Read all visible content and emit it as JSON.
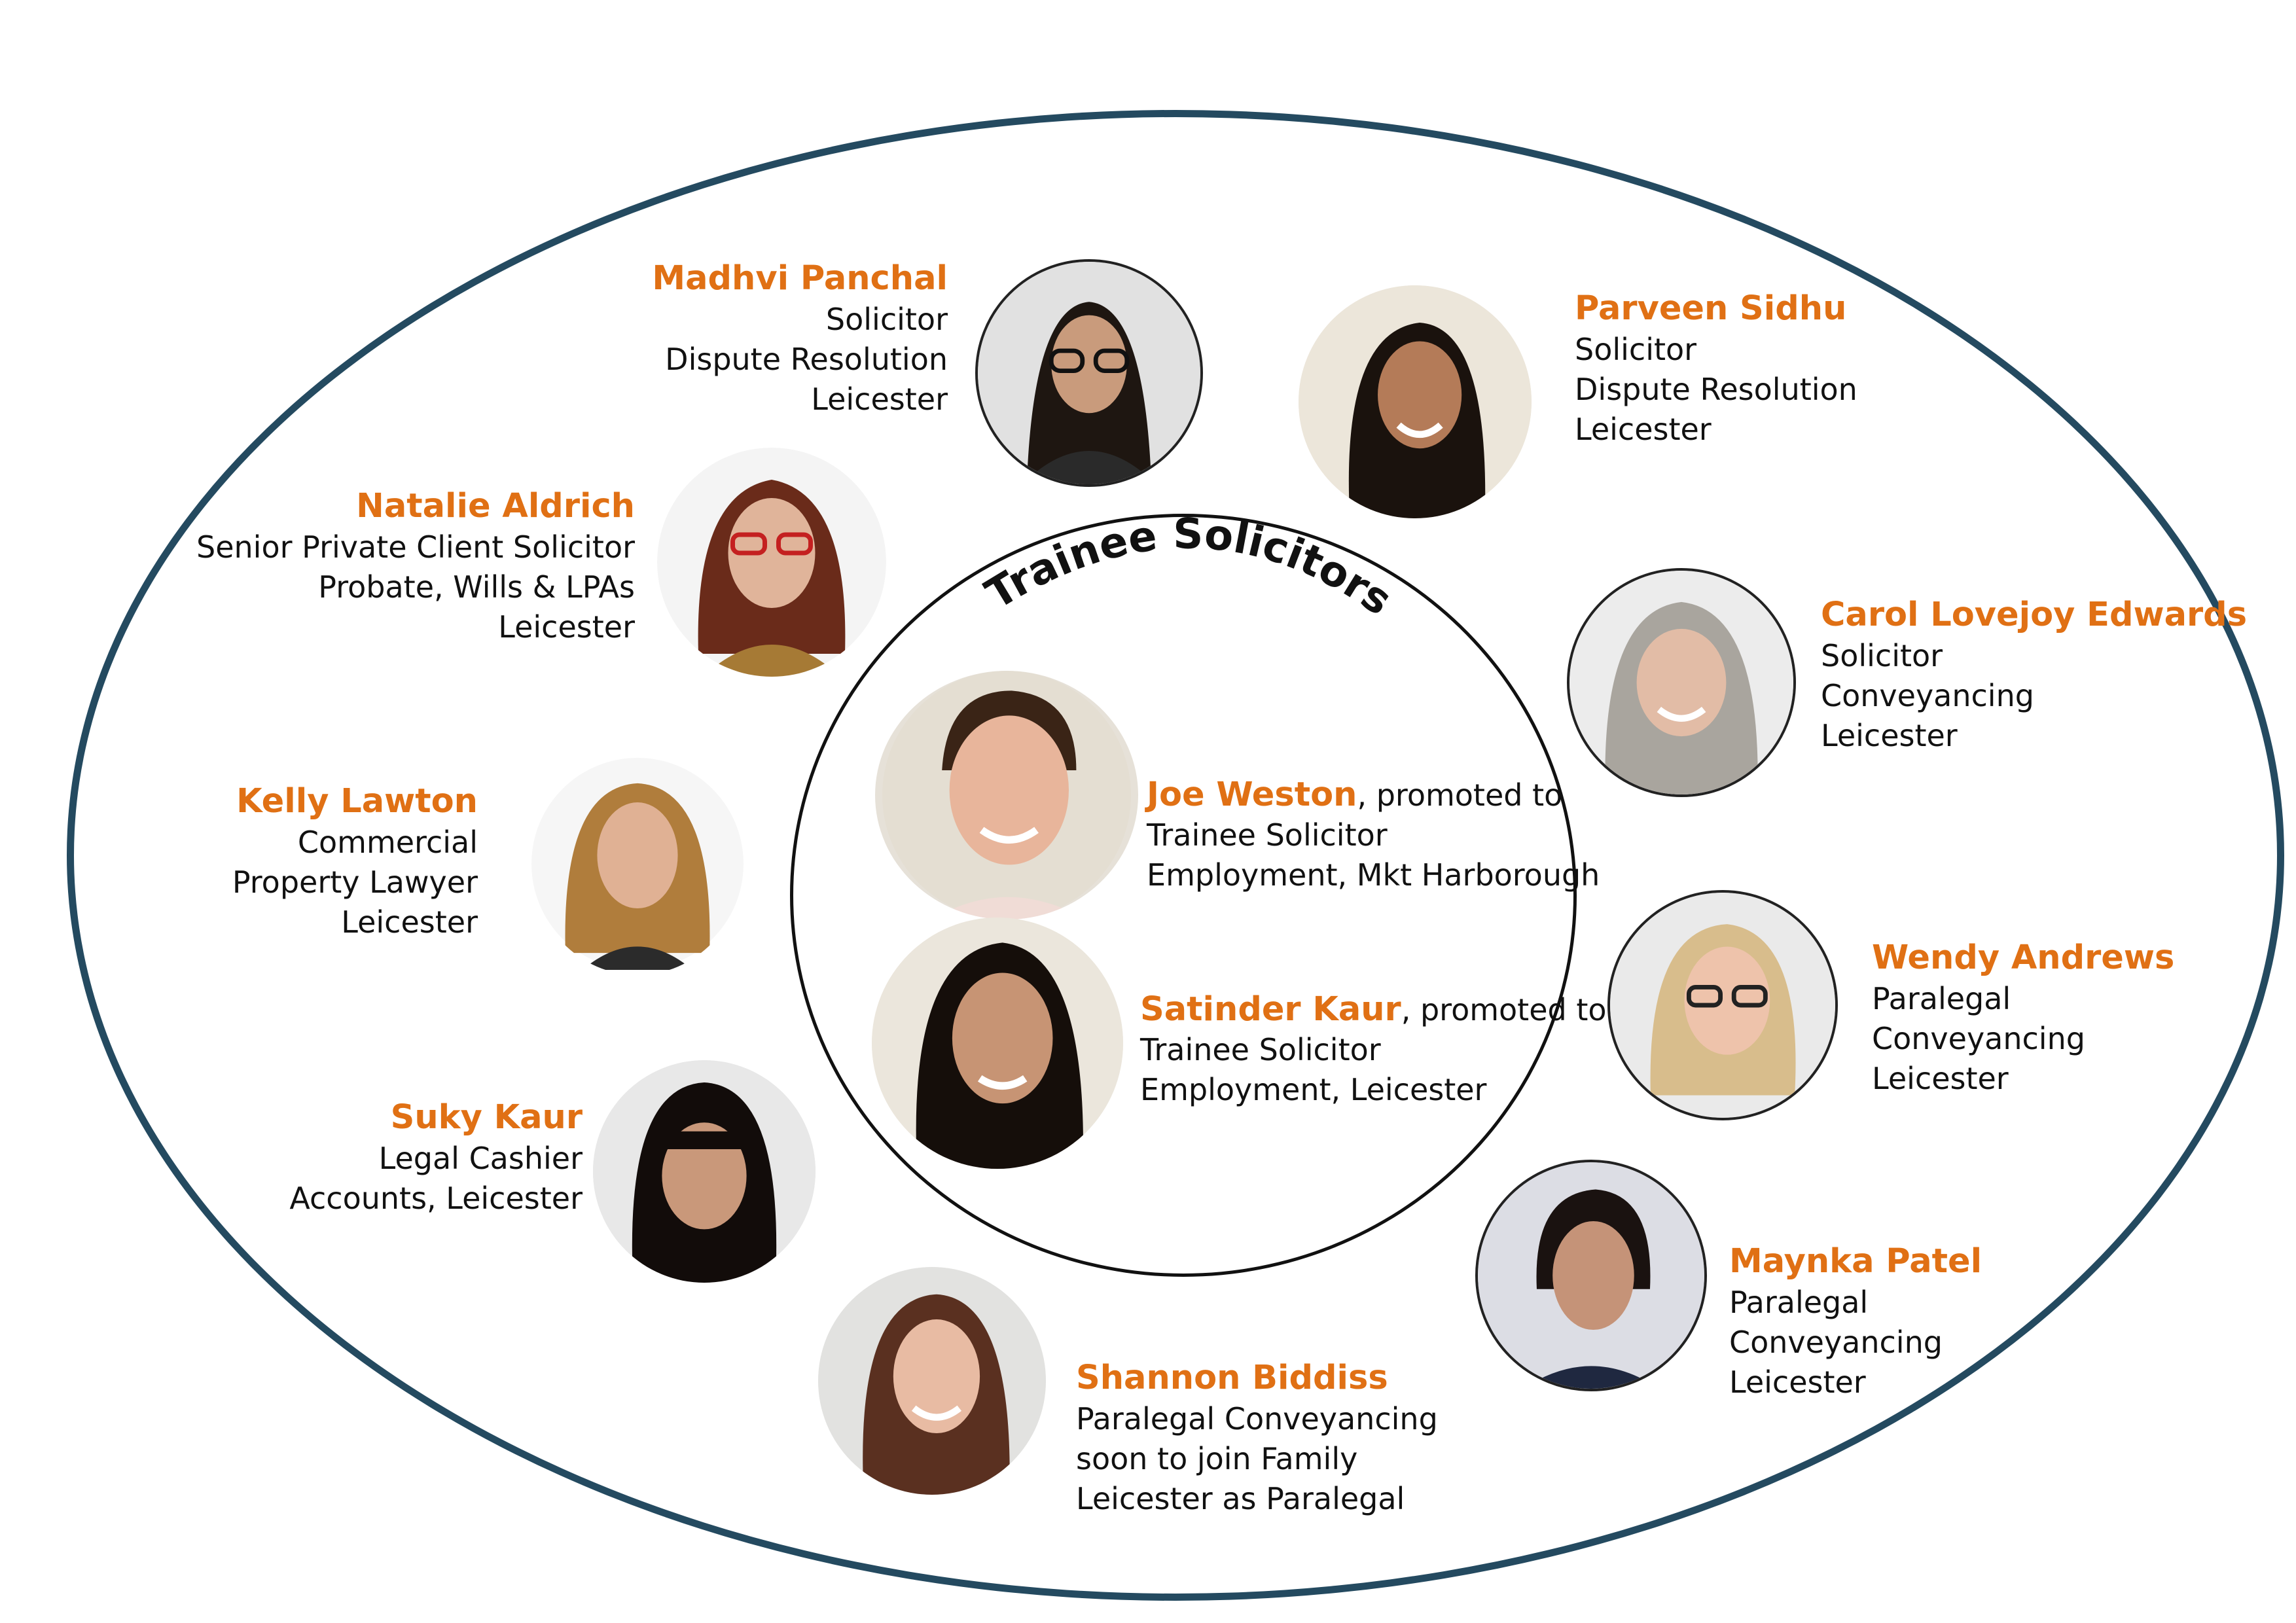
{
  "center_title": "Trainee Solicitors",
  "colors": {
    "accent": "#e07014",
    "ellipse": "#244a60",
    "text": "#111111"
  },
  "trainees": [
    {
      "name": "Joe Weston",
      "suffix": ", promoted to",
      "lines": [
        "Trainee Solicitor",
        "Employment, Mkt Harborough"
      ]
    },
    {
      "name": "Satinder Kaur",
      "suffix": ", promoted to",
      "lines": [
        "Trainee Solicitor",
        "Employment, Leicester"
      ]
    }
  ],
  "people": [
    {
      "name": "Madhvi Panchal",
      "lines": [
        "Solicitor",
        "Dispute Resolution",
        "Leicester"
      ]
    },
    {
      "name": "Parveen Sidhu",
      "lines": [
        "Solicitor",
        "Dispute Resolution",
        "Leicester"
      ]
    },
    {
      "name": "Natalie Aldrich",
      "lines": [
        "Senior Private Client Solicitor",
        "Probate, Wills & LPAs",
        "Leicester"
      ]
    },
    {
      "name": "Carol Lovejoy Edwards",
      "lines": [
        "Solicitor",
        "Conveyancing",
        "Leicester"
      ]
    },
    {
      "name": "Kelly Lawton",
      "lines": [
        "Commercial",
        "Property Lawyer",
        "Leicester"
      ]
    },
    {
      "name": "Wendy Andrews",
      "lines": [
        "Paralegal",
        "Conveyancing",
        "Leicester"
      ]
    },
    {
      "name": "Suky Kaur",
      "lines": [
        "Legal Cashier",
        "Accounts, Leicester"
      ]
    },
    {
      "name": "Maynka Patel",
      "lines": [
        "Paralegal",
        "Conveyancing",
        "Leicester"
      ]
    },
    {
      "name": "Shannon Biddiss",
      "lines": [
        "Paralegal Conveyancing",
        "soon to join Family",
        "Leicester as Paralegal"
      ]
    }
  ]
}
